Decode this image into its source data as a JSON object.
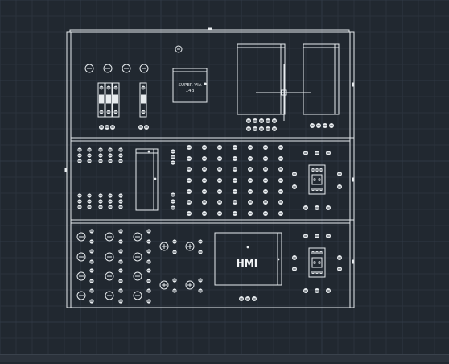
{
  "app": {
    "background": "#212830",
    "grid_color": "#2a323c",
    "grid_major_color": "#303945",
    "line_color": "#e8ecef"
  },
  "panel": {
    "upper_section": {
      "breakers_left_labels": [
        "",
        "",
        "",
        ""
      ],
      "power_supply_label_line1": "SUPER VIA",
      "power_supply_label_line2": "14B"
    },
    "lower_section": {
      "hmi_label": "HMI"
    }
  }
}
